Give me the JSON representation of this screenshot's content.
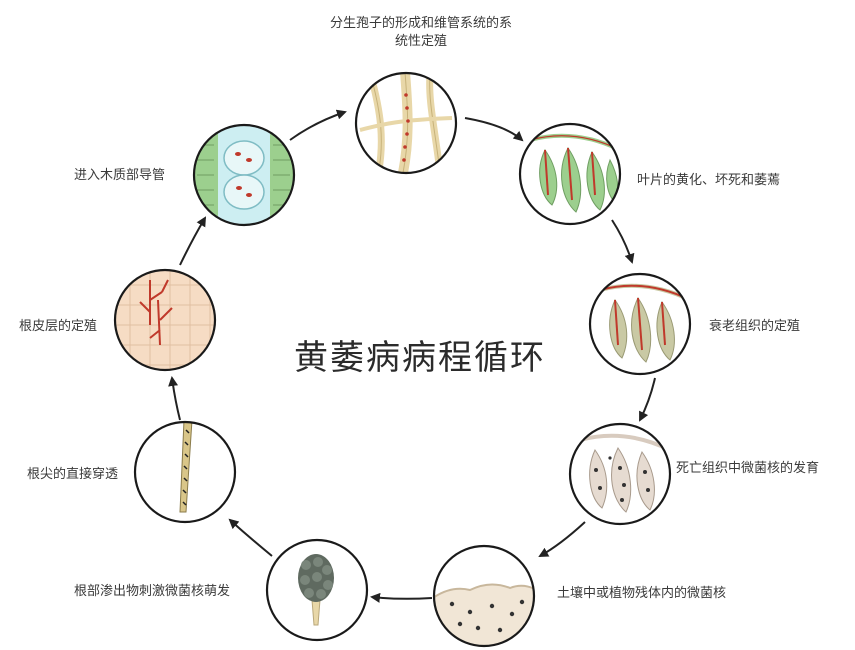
{
  "title": "黄萎病病程循环",
  "stages": [
    {
      "label": "分生孢子的形成和维管系统的系统性定殖"
    },
    {
      "label": "叶片的黄化、坏死和萎蔫"
    },
    {
      "label": "衰老组织的定殖"
    },
    {
      "label": "死亡组织中微菌核的发育"
    },
    {
      "label": "土壤中或植物残体内的微菌核"
    },
    {
      "label": "根部渗出物刺激微菌核萌发"
    },
    {
      "label": "根尖的直接穿透"
    },
    {
      "label": "根皮层的定殖"
    },
    {
      "label": "进入木质部导管"
    }
  ],
  "label_lines": {
    "stage1_line1": "分生孢子的形成和维管系统的系",
    "stage1_line2": "统性定殖"
  },
  "colors": {
    "arrow": "#222222",
    "circle_border": "#1a1a1a",
    "leaf_green": "#9ccf8e",
    "leaf_senescent": "#c9c9a4",
    "leaf_dead": "#d8cbbf",
    "pathogen_red": "#c0392b",
    "hyphae_tan": "#e8d7a8",
    "root_skin": "#f6dcc4",
    "microsclerotia": "#5f6a60"
  }
}
